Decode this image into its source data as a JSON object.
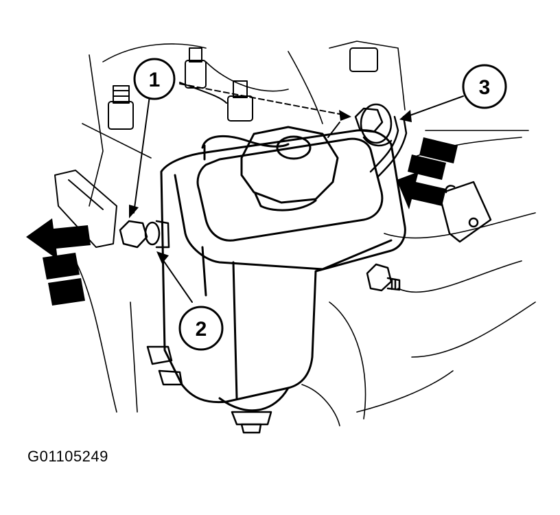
{
  "callouts": [
    {
      "number": "1"
    },
    {
      "number": "2"
    },
    {
      "number": "3"
    }
  ],
  "figure_code": "G01105249",
  "colors": {
    "ink": "#000000",
    "paper": "#ffffff"
  }
}
